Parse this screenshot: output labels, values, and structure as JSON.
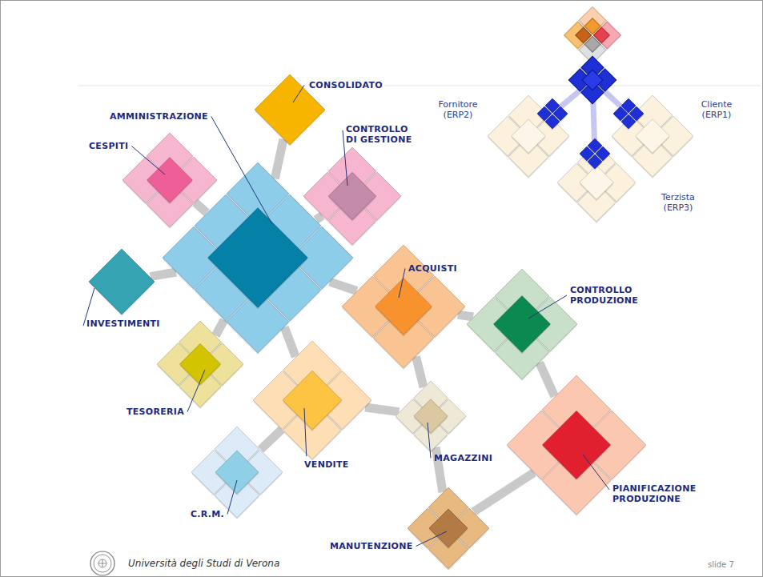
{
  "diagram": {
    "nodes": [
      {
        "text": [
          "CONSOLIDATO"
        ]
      },
      {
        "text": [
          "AMMINISTRAZIONE"
        ]
      },
      {
        "text": [
          "CESPITI"
        ]
      },
      {
        "text": [
          "CONTROLLO DI GESTIONE"
        ]
      },
      {
        "text": [
          "INVESTIMENTI"
        ]
      },
      {
        "text": [
          "ACQUISTI"
        ]
      },
      {
        "text": [
          "CONTROLLO PRODUZIONE"
        ]
      },
      {
        "text": [
          "TESORERIA"
        ]
      },
      {
        "text": [
          "VENDITE"
        ]
      },
      {
        "text": [
          "MAGAZZINI"
        ]
      },
      {
        "text": [
          "PIANIFICAZIONE PRODUZIONE"
        ]
      },
      {
        "text": [
          "C.R.M."
        ]
      },
      {
        "text": [
          "MANUTENZIONE"
        ]
      },
      {
        "text": [
          "Fornitore (ERP2)"
        ]
      },
      {
        "text": [
          "Cliente (ERP1)"
        ]
      },
      {
        "text": [
          "Terzista (ERP3)"
        ]
      }
    ],
    "edges": [
      {
        "from": 1,
        "to": 0,
        "arrow": "none"
      },
      {
        "from": 2,
        "to": 1,
        "arrow": "none"
      },
      {
        "from": 3,
        "to": 1,
        "arrow": "none"
      },
      {
        "from": 1,
        "to": 4,
        "arrow": "none"
      },
      {
        "from": 1,
        "to": 7,
        "arrow": "none"
      },
      {
        "from": 1,
        "to": 8,
        "arrow": "none"
      },
      {
        "from": 1,
        "to": 5,
        "arrow": "none"
      },
      {
        "from": 5,
        "to": 6,
        "arrow": "none"
      },
      {
        "from": 5,
        "to": 9,
        "arrow": "none"
      },
      {
        "from": 8,
        "to": 11,
        "arrow": "none"
      },
      {
        "from": 8,
        "to": 9,
        "arrow": "none"
      },
      {
        "from": 6,
        "to": 10,
        "arrow": "none"
      },
      {
        "from": 9,
        "to": 12,
        "arrow": "none"
      },
      {
        "from": 12,
        "to": 10,
        "arrow": "none"
      }
    ],
    "labels": [
      "Università degli Studi di Verona",
      "slide 7"
    ]
  }
}
